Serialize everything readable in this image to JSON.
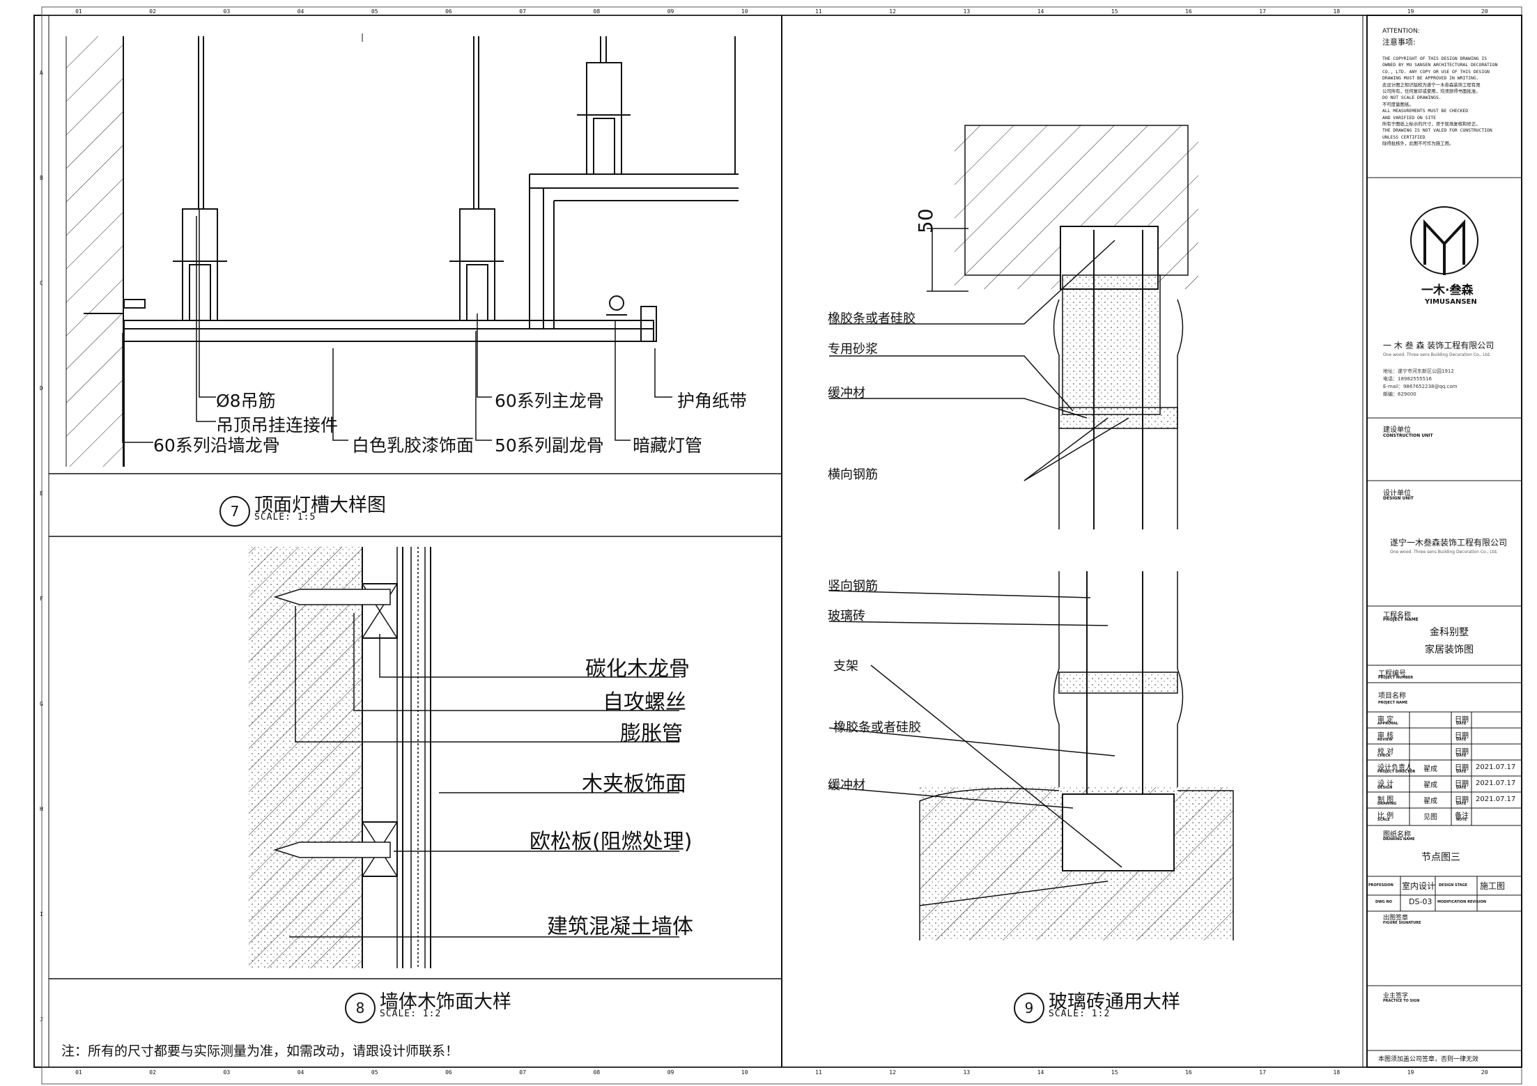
{
  "detail7": {
    "number": "7",
    "title": "顶面灯槽大样图",
    "scale": "SCALE: 1:5",
    "labels": {
      "rod": "Ø8吊筋",
      "hanger": "吊顶吊挂连接件",
      "wall_keel": "60系列沿墙龙骨",
      "paint": "白色乳胶漆饰面",
      "main_keel": "60系列主龙骨",
      "sub_keel": "50系列副龙骨",
      "tape": "护角纸带",
      "lamp": "暗藏灯管"
    }
  },
  "detail8": {
    "number": "8",
    "title": "墙体木饰面大样",
    "scale": "SCALE: 1:2",
    "labels": {
      "carbon_keel": "碳化木龙骨",
      "screw": "自攻螺丝",
      "anchor": "膨胀管",
      "plywood": "木夹板饰面",
      "osb": "欧松板(阻燃处理)",
      "concrete": "建筑混凝土墙体"
    }
  },
  "detail9": {
    "number": "9",
    "title": "玻璃砖通用大样",
    "scale": "SCALE: 1:2",
    "dimension": "50",
    "labels": {
      "rubber_top": "橡胶条或者硅胶",
      "mortar": "专用砂浆",
      "buffer_top": "缓冲材",
      "h_rebar": "横向钢筋",
      "v_rebar": "竖向钢筋",
      "glass_brick": "玻璃砖",
      "bracket": "支架",
      "rubber_bottom": "橡胶条或者硅胶",
      "buffer_bottom": "缓冲材"
    }
  },
  "note": "注：所有的尺寸都要与实际测量为准，如需改动，请跟设计师联系！",
  "grid": {
    "columns": [
      "01",
      "02",
      "03",
      "04",
      "05",
      "06",
      "07",
      "08",
      "09",
      "10",
      "11",
      "12",
      "13",
      "14",
      "15",
      "16",
      "17",
      "18",
      "19",
      "20"
    ],
    "rows": [
      "A",
      "B",
      "C",
      "D",
      "E",
      "F",
      "G",
      "H",
      "I",
      "J"
    ]
  },
  "title_block": {
    "attention_title": "ATTENTION:",
    "attention_cn": "注意事项:",
    "attention_lines": [
      "THE COPYRIGHT OF THIS DESIGN DRAWING IS",
      "OWNED BY MU SANSEN ARCHITECTURAL DECORATION",
      "CO., LTD. ANY COPY OR USE OF THIS DESIGN",
      "DRAWING MUST BE APPROVED IN WRITING.",
      "此设计图之知识版权为遂宁一木叁森装饰工程有限",
      "公司所有，任何复印或使用，均须获得书面批准。",
      "DO NOT SCALE DRAWINGS.",
      "不可度量图纸。",
      "ALL MEASUREMENTS MUST BE CHECKED",
      "AND VARIFIED ON SITE",
      "所有于图纸上标示的尺寸，须于现场复核和修正。",
      "THE DRAWING IS NOT VALED FOR CONSTRUCTION",
      "UNLESS CERTIFIED",
      "除得批核外，此图不可作为施工用。"
    ],
    "logo_text": "一木·叁森",
    "logo_sub": "YIMUSANSEN",
    "company": "一 木 叁 森  装饰工程有限公司",
    "company_en": "One wood. Three sens Building Decoration Co., Ltd.",
    "address_lines": [
      "地址：遂宁市河东新区公园1912",
      "电话：18982555516",
      "E-mail：9867652238@qq.com",
      "邮编：629000"
    ],
    "construction_unit": "建设单位",
    "construction_unit_en": "CONSTRUCTION UNIT",
    "design_unit": "设计单位",
    "design_unit_en": "DESIGN UNIT",
    "design_company": "遂宁一木叁森装饰工程有限公司",
    "design_company_en": "One wood. Three sens Building Decoration Co., Ltd.",
    "project_name_label": "工程名称",
    "project_name_label_en": "PROJECT NAME",
    "project_name_1": "金科别墅",
    "project_name_2": "家居装饰图",
    "project_number_label": "工程编号",
    "project_number_label_en": "PROJECT NUMBER",
    "item_name_label": "项目名称",
    "item_name_label_en": "PROJECT NAME",
    "rows": [
      {
        "label": "审    定",
        "label_en": "APPROVAL",
        "name": "",
        "date_label": "日期",
        "date_en": "DATE",
        "date": ""
      },
      {
        "label": "审    核",
        "label_en": "REVIEW",
        "name": "",
        "date_label": "日期",
        "date_en": "DATE",
        "date": ""
      },
      {
        "label": "校    对",
        "label_en": "CHECK",
        "name": "",
        "date_label": "日期",
        "date_en": "DATE",
        "date": ""
      },
      {
        "label": "设计负责人",
        "label_en": "PROJECT DIRECTOR",
        "name": "翟成",
        "date_label": "日期",
        "date_en": "DATE",
        "date": "2021.07.17"
      },
      {
        "label": "设    计",
        "label_en": "DESIGN",
        "name": "翟成",
        "date_label": "日期",
        "date_en": "DATE",
        "date": "2021.07.17"
      },
      {
        "label": "制    图",
        "label_en": "DRAWING",
        "name": "翟成",
        "date_label": "日期",
        "date_en": "DATE",
        "date": "2021.07.17"
      },
      {
        "label": "比    例",
        "label_en": "SCALE",
        "name": "见图",
        "date_label": "备注",
        "date_en": "NOTE",
        "date": ""
      }
    ],
    "drawing_name_label": "图纸名称",
    "drawing_name_label_en": "DRAWING NAME",
    "drawing_name": "节点图三",
    "profession_label": "PROFESSION",
    "profession": "室内设计",
    "design_stage_label": "DESIGN STAGE",
    "design_stage": "施工图",
    "dwg_no_label": "DWG NO",
    "dwg_no": "DS-03",
    "revision_label": "MODIFICATION REVISION",
    "figure_signature": "出图签章",
    "figure_signature_en": "FIGURE SIGNATURE",
    "owner_signature": "业主签字",
    "owner_signature_en": "PRACTICE TO SIGN",
    "footer_note": "本图须加盖公司签章，否则一律无效"
  }
}
